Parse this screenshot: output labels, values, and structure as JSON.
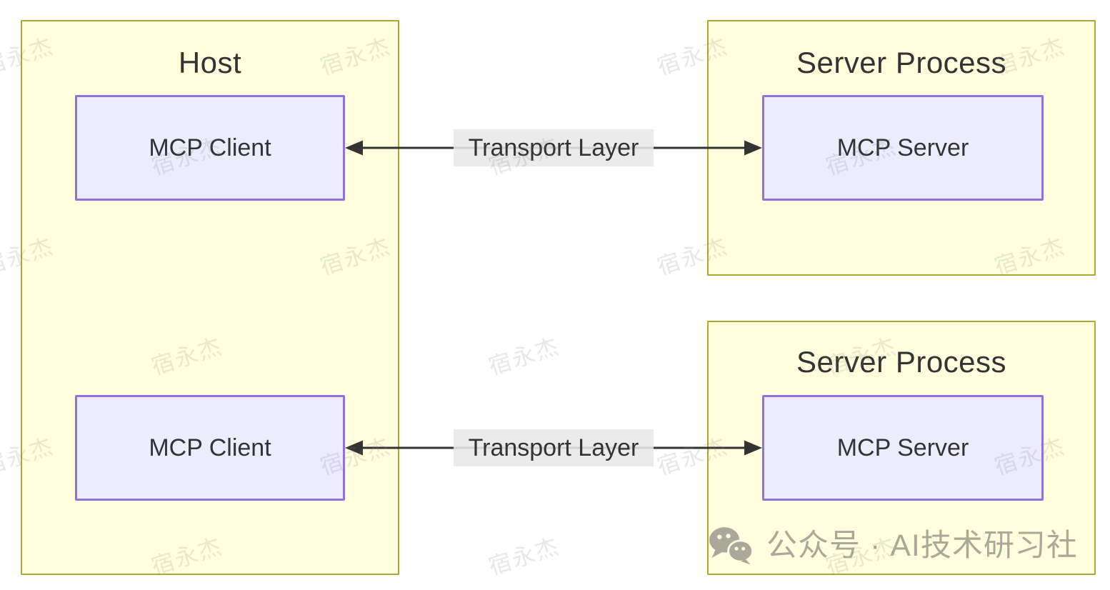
{
  "diagram": {
    "type": "architecture-flowchart",
    "host": {
      "title": "Host",
      "nodes": [
        {
          "label": "MCP Client"
        },
        {
          "label": "MCP Client"
        }
      ]
    },
    "server_processes": [
      {
        "title": "Server Process",
        "node": {
          "label": "MCP Server"
        }
      },
      {
        "title": "Server Process",
        "node": {
          "label": "MCP Server"
        }
      }
    ],
    "edges": [
      {
        "label": "Transport Layer",
        "from": "MCP Client",
        "to": "MCP Server",
        "direction": "bidirectional"
      },
      {
        "label": "Transport Layer",
        "from": "MCP Client",
        "to": "MCP Server",
        "direction": "bidirectional"
      }
    ],
    "colors": {
      "cluster_fill": "#ffffde",
      "cluster_border": "#aaaa33",
      "node_fill": "#ececff",
      "node_border": "#9370db",
      "edge_label_bg": "#e8e8e8",
      "arrow": "#333333",
      "text": "#333333",
      "footer_gray": "#a9a99b"
    }
  },
  "watermark": {
    "text": "宿永杰"
  },
  "footer": {
    "icon": "wechat-icon",
    "text": "公众号 · AI技术研习社"
  }
}
